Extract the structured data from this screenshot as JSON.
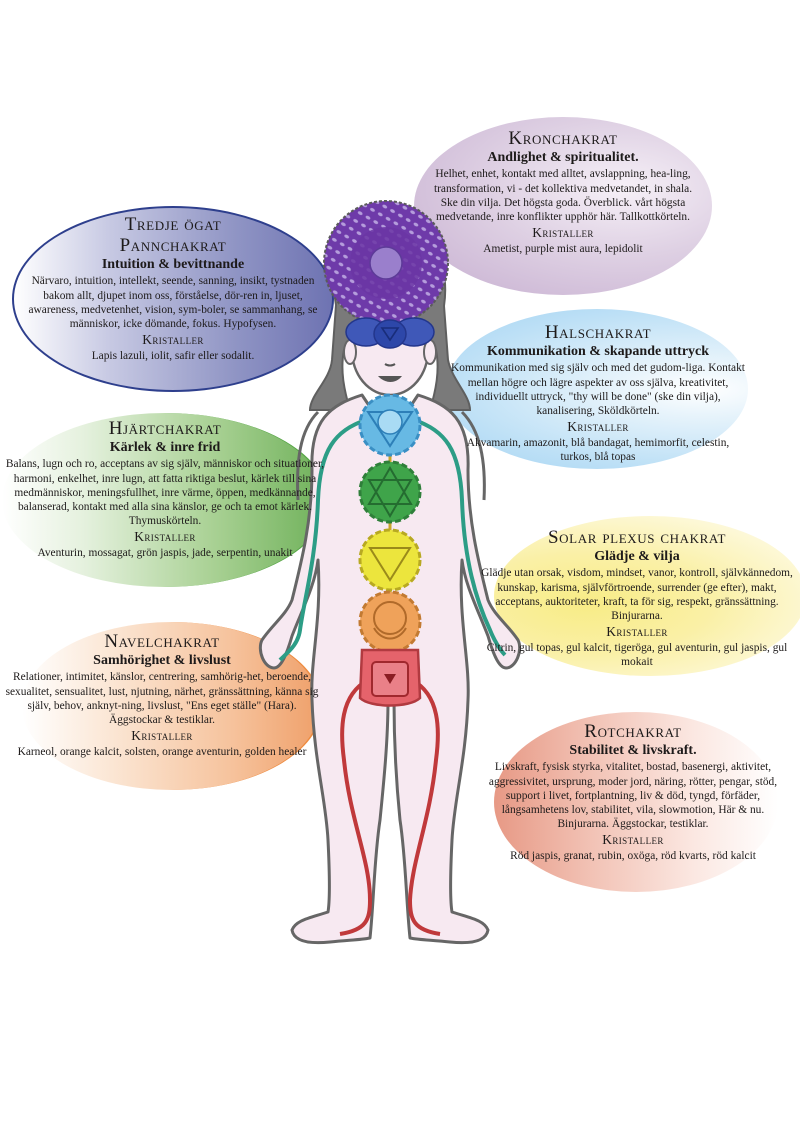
{
  "colors": {
    "krona": "#7b4ab0",
    "panna": "#3a4aa6",
    "hals": "#62b3dd",
    "hjarta": "#3d9f3d",
    "solar": "#e9e047",
    "navel": "#ee9a4f",
    "rot": "#dd5a5f",
    "outline": "#666666",
    "skin": "#f7e9f1",
    "channel_left": "#2c9d86",
    "channel_right": "#c0393b"
  },
  "chakras": {
    "krona": {
      "title": "Kronchakrat",
      "subtitle": "Andlighet & spiritualitet.",
      "body": "Helhet, enhet, kontakt med alltet, avslappning,  hea-ling, transformation, vi - det kollektiva medvetandet, in shala. Ske din vilja. Det högsta goda. Överblick. vårt högsta medvetande, inre konflikter upphör här.  Tallkottkörteln.",
      "crystals_label": "Kristaller",
      "crystals": "Ametist, purple mist aura, lepidolit"
    },
    "panna": {
      "title": "Tredje ögat",
      "title2": "Pannchakrat",
      "subtitle": "Intuition & bevittnande",
      "body": "Närvaro, intuition, intellekt, seende, sanning, insikt, tystnaden bakom allt, djupet inom oss, förståelse, dör-ren in, ljuset, awareness, medvetenhet, vision, sym-boler, se sammanhang, se människor, icke dömande, fokus. Hypofysen.",
      "crystals_label": "Kristaller",
      "crystals": "Lapis lazuli, iolit, safir eller sodalit."
    },
    "hals": {
      "title": "Halschakrat",
      "subtitle": "Kommunikation & skapande uttryck",
      "body": "Kommunikation med sig själv och med det gudom-liga. Kontakt mellan högre och lägre aspekter av oss själva, kreativitet, individuellt uttryck, \"thy will be done\" (ske din vilja), kanalisering, Sköldkörteln.",
      "crystals_label": "Kristaller",
      "crystals": "Akvamarin, amazonit, blå bandagat, hemimorfit, celestin, turkos, blå topas"
    },
    "hjarta": {
      "title": "Hjärtchakrat",
      "subtitle": "Kärlek & inre frid",
      "body": "Balans, lugn och ro, acceptans av sig själv, människor och situationer, harmoni, enkelhet, inre lugn, att fatta riktiga beslut, kärlek till sina medmänniskor, meningsfullhet, inre värme, öppen, medkännande, balanserad, kontakt med alla sina känslor, ge och ta emot kärlek. Thymuskörteln.",
      "crystals_label": "Kristaller",
      "crystals": "Aventurin, mossagat, grön jaspis, jade, serpentin, unakit"
    },
    "solar": {
      "title": "Solar plexus chakrat",
      "subtitle": "Glädje & vilja",
      "body": "Glädje utan orsak, visdom, mindset, vanor, kontroll, självkännedom, kunskap, karisma, självförtroende, surrender (ge efter), makt, acceptans,  auktoriteter, kraft, ta för sig, respekt, gränssättning. Binjurarna.",
      "crystals_label": "Kristaller",
      "crystals": "Citrin, gul topas, gul kalcit, tigeröga, gul aventurin, gul jaspis, gul mokait"
    },
    "navel": {
      "title": "Navelchakrat",
      "subtitle": "Samhörighet & livslust",
      "body": "Relationer, intimitet, känslor, centrering, samhörig-het, beroende, sexualitet, sensualitet, lust, njutning, närhet, gränssättning, känna sig själv, behov, anknyt-ning, livslust, \"Ens eget ställe\"  (Hara). Äggstockar & testiklar.",
      "crystals_label": "Kristaller",
      "crystals": "Karneol, orange kalcit, solsten, orange aventurin, golden healer"
    },
    "rot": {
      "title": "Rotchakrat",
      "subtitle": "Stabilitet & livskraft.",
      "body": "Livskraft, fysisk styrka, vitalitet, bostad, basenergi, aktivitet, aggressivitet, ursprung, moder jord, näring, rötter, pengar, stöd, support i livet, fortplantning, liv & död, tyngd, förfäder, långsamhetens lov, stabilitet, vila, slowmotion, Här & nu. Binjurarna. Äggstockar, testiklar.",
      "crystals_label": "Kristaller",
      "crystals": "Röd jaspis, granat, rubin, oxöga, röd kvarts, röd kalcit"
    }
  }
}
